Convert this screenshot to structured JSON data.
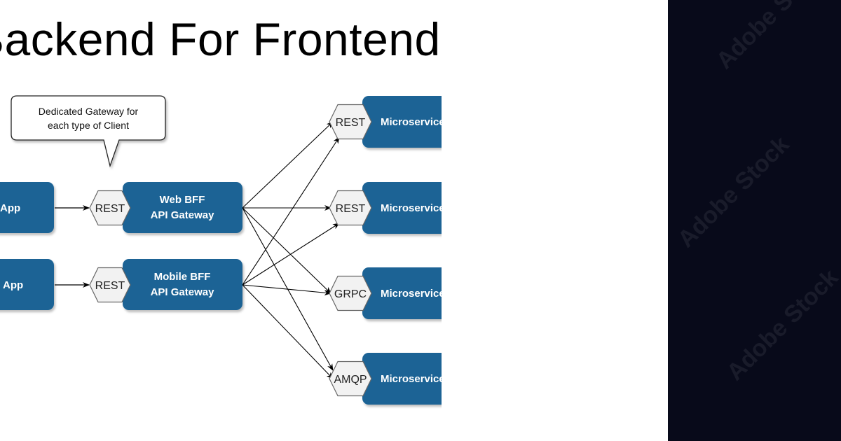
{
  "title": "Backend For Frontend",
  "callout": {
    "line1": "Dedicated Gateway for",
    "line2": "each type of Client"
  },
  "clients": [
    {
      "label": "App"
    },
    {
      "label": "App"
    }
  ],
  "gateways": [
    {
      "protocol": "REST",
      "line1": "Web BFF",
      "line2": "API Gateway"
    },
    {
      "protocol": "REST",
      "line1": "Mobile BFF",
      "line2": "API Gateway"
    }
  ],
  "services": [
    {
      "protocol": "REST",
      "label": "Microservice"
    },
    {
      "protocol": "REST",
      "label": "Microservice"
    },
    {
      "protocol": "GRPC",
      "label": "Microservice"
    },
    {
      "protocol": "AMQP",
      "label": "Microservice"
    }
  ],
  "colors": {
    "box": "#1b6395",
    "hex": "#f2f2f2",
    "dark_panel": "#080a1a"
  },
  "watermark": "Adobe Stock"
}
